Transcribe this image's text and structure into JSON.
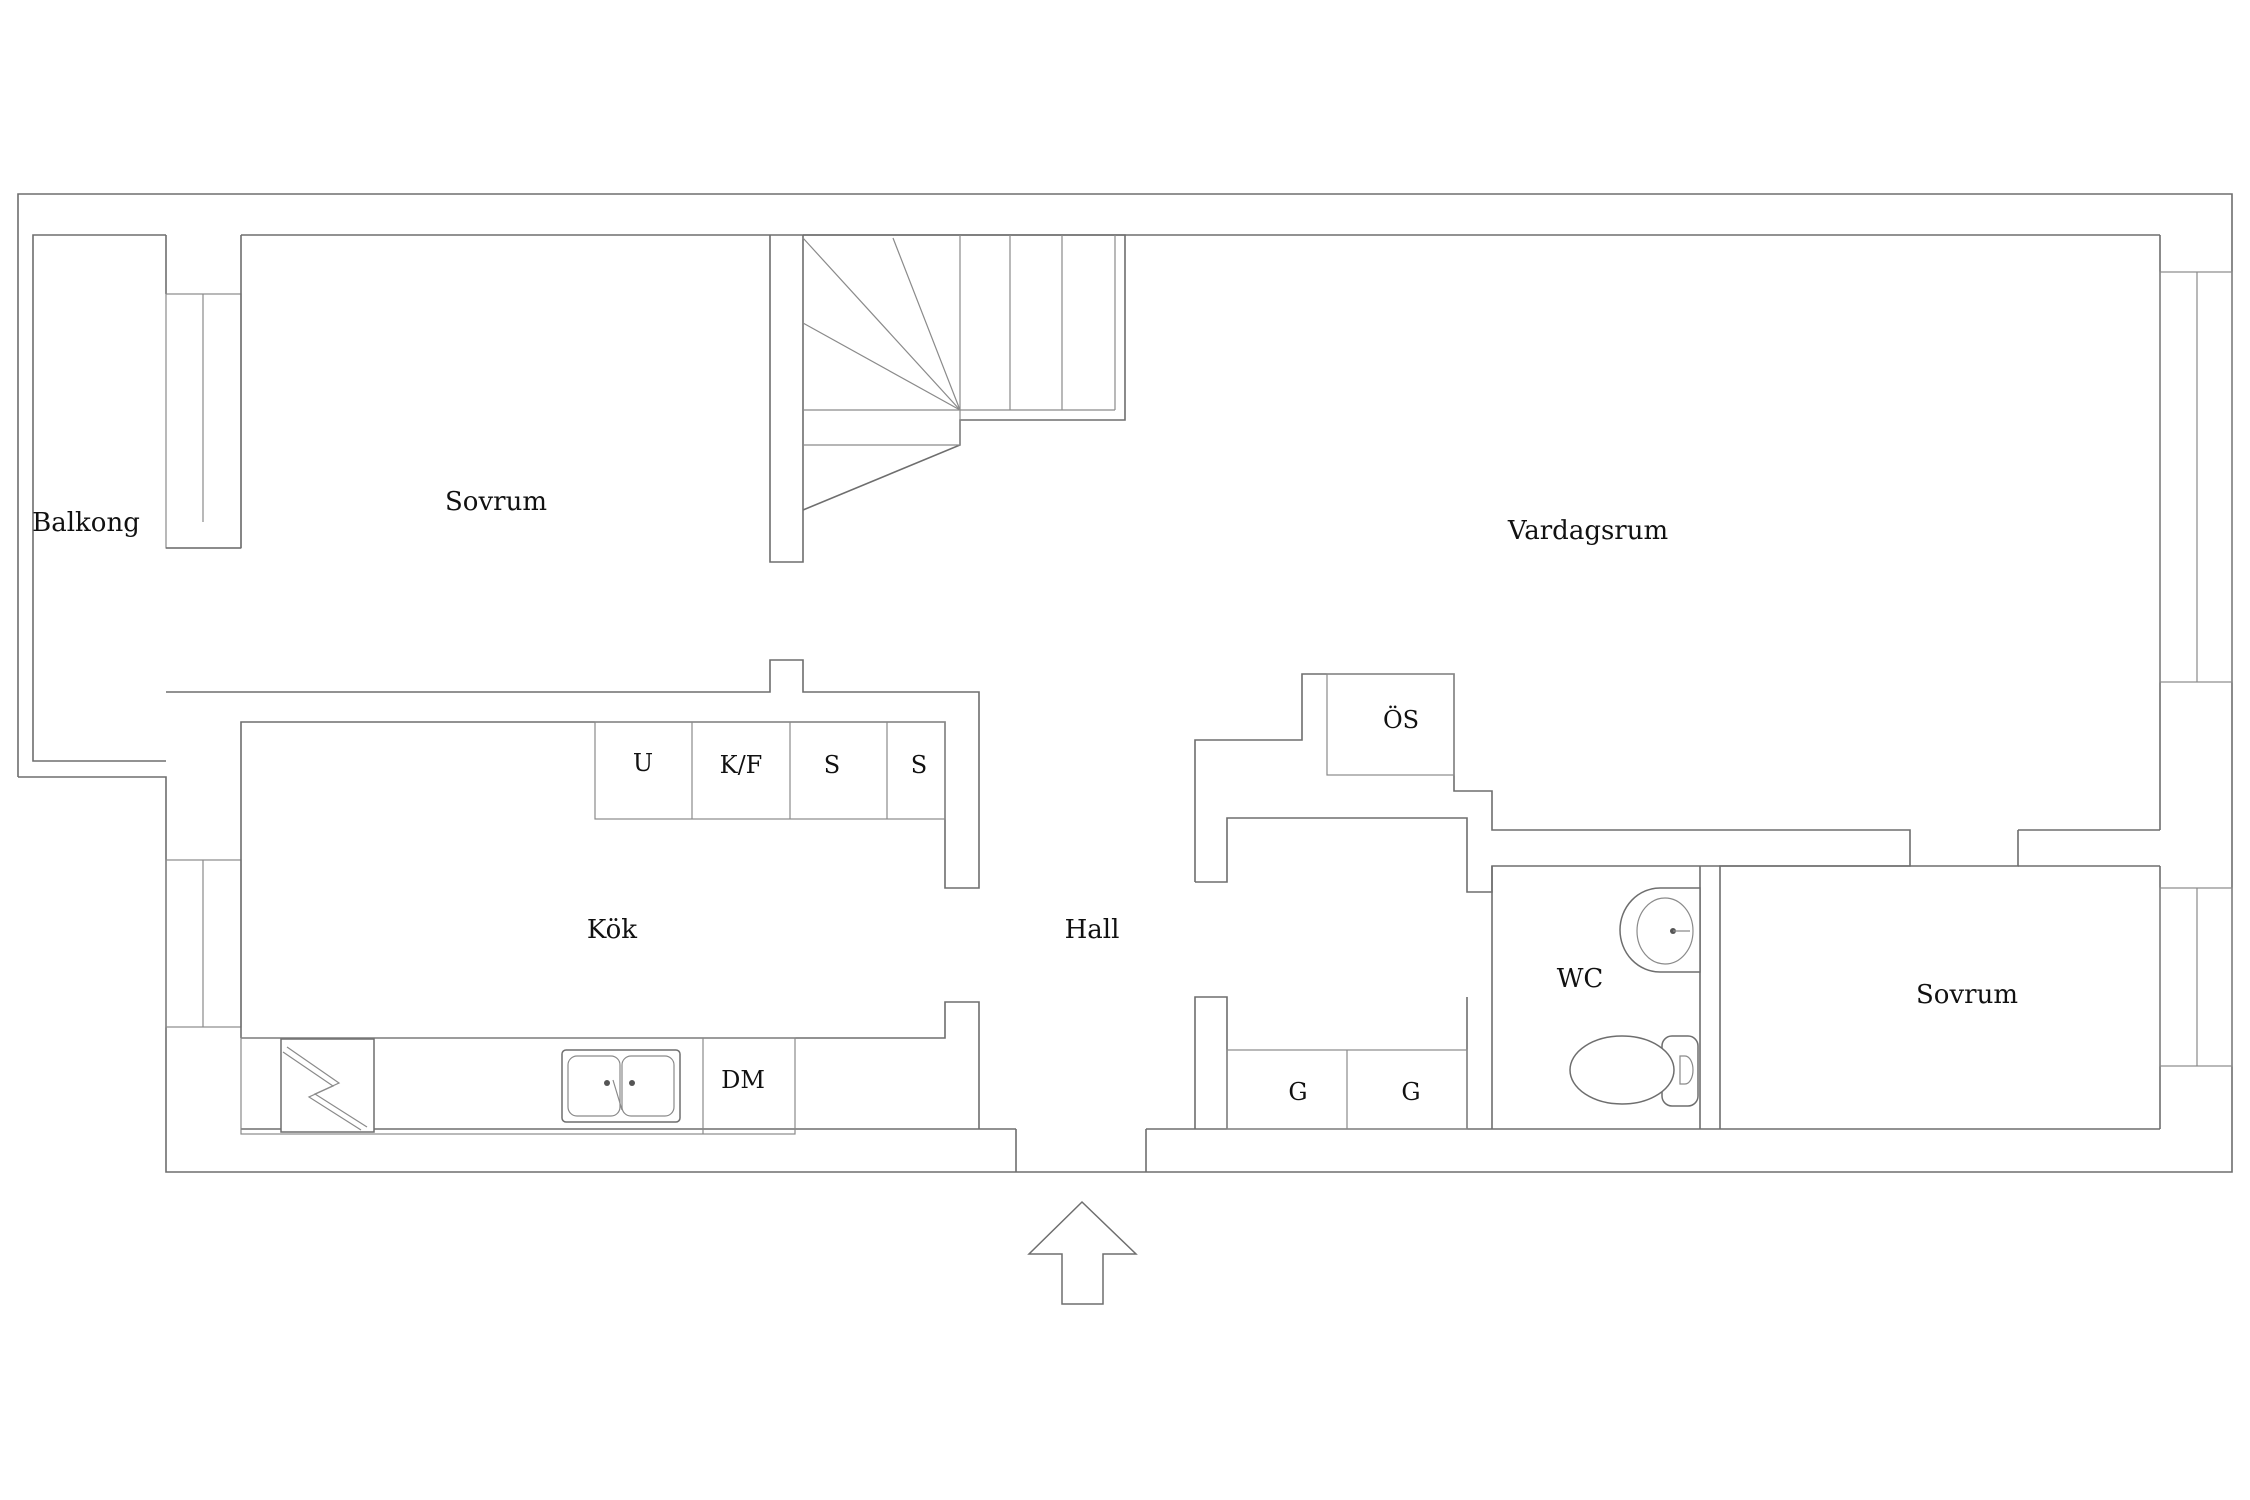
{
  "rooms": {
    "balkong": "Balkong",
    "sovrum_top": "Sovrum",
    "vardagsrum": "Vardagsrum",
    "kok": "Kök",
    "hall": "Hall",
    "wc": "WC",
    "sovrum_right": "Sovrum"
  },
  "fixtures": {
    "u": "U",
    "kf": "K/F",
    "s1": "S",
    "s2": "S",
    "os": "ÖS",
    "dm": "DM",
    "g1": "G",
    "g2": "G"
  },
  "icons": {
    "entrance": "entrance-arrow-icon",
    "stove": "stove-icon",
    "sink": "double-sink-icon",
    "basin": "wash-basin-icon",
    "toilet": "toilet-icon",
    "stairs": "staircase-icon"
  }
}
